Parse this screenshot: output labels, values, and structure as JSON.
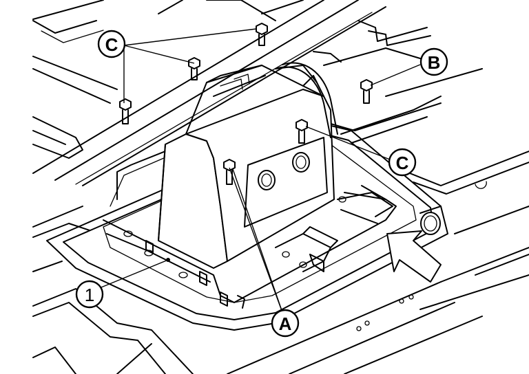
{
  "diagram": {
    "callouts": {
      "c_label": "C",
      "b_label": "B",
      "a_label": "A",
      "part1_label": "1"
    }
  }
}
